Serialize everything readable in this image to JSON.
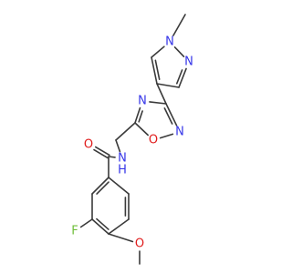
{
  "colors": {
    "bond": "#3a3a3a",
    "nitrogen": "#3535e8",
    "oxygen": "#e01b1b",
    "fluorine": "#6fbf3a",
    "carbon_text": "#3a3a3a",
    "background": "#ffffff"
  },
  "atom_labels": {
    "n_pyrazole_1": "N",
    "n_pyrazole_2": "N",
    "methyl": "",
    "n_oxadiazole_4": "N",
    "n_oxadiazole_2": "N",
    "o_oxadiazole": "O",
    "nh": "N",
    "h": "H",
    "o_carbonyl": "O",
    "f": "F",
    "o_methoxy": "O"
  }
}
